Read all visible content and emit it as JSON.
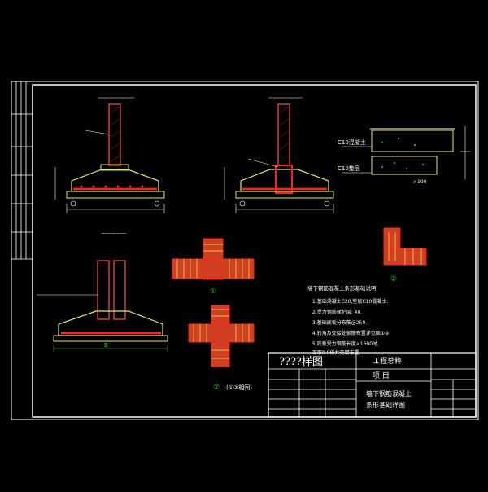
{
  "colors": {
    "background": "#000000",
    "frame": "#ffffff",
    "footing": "#e8e860",
    "wall": "#d04020",
    "rebar": "#ff2020",
    "dim": "#30d030",
    "text": "#ffffff"
  },
  "title_block": {
    "drawing_title": "????样图",
    "project_label": "工程总称",
    "item_label": "项 目",
    "sheet_title_line1": "墙下钢筋混凝土",
    "sheet_title_line2": "条形基础详图"
  },
  "labels": {
    "callout_1": "①",
    "callout_2": "②",
    "callout_3": "②",
    "callout_3_note": "(①②相同)",
    "c10_top": "C10混凝土",
    "c10_bottom": "C10垫层",
    "note_tail": "详见",
    "dim_b": "B",
    "dim_100": "100"
  },
  "notes": {
    "heading": "墙下钢筋混凝土条形基础说明:",
    "lines": [
      "1.基础混凝土C20,垫层C10混凝土.",
      "2.受力钢筋保护层: 40.",
      "3.基础底板分布筋@250.",
      "4.转角及交接处钢筋布置详见图①②",
      "5.底板受力钢筋长度≥1600时,",
      "  可取0.9倍并交错布置."
    ]
  }
}
